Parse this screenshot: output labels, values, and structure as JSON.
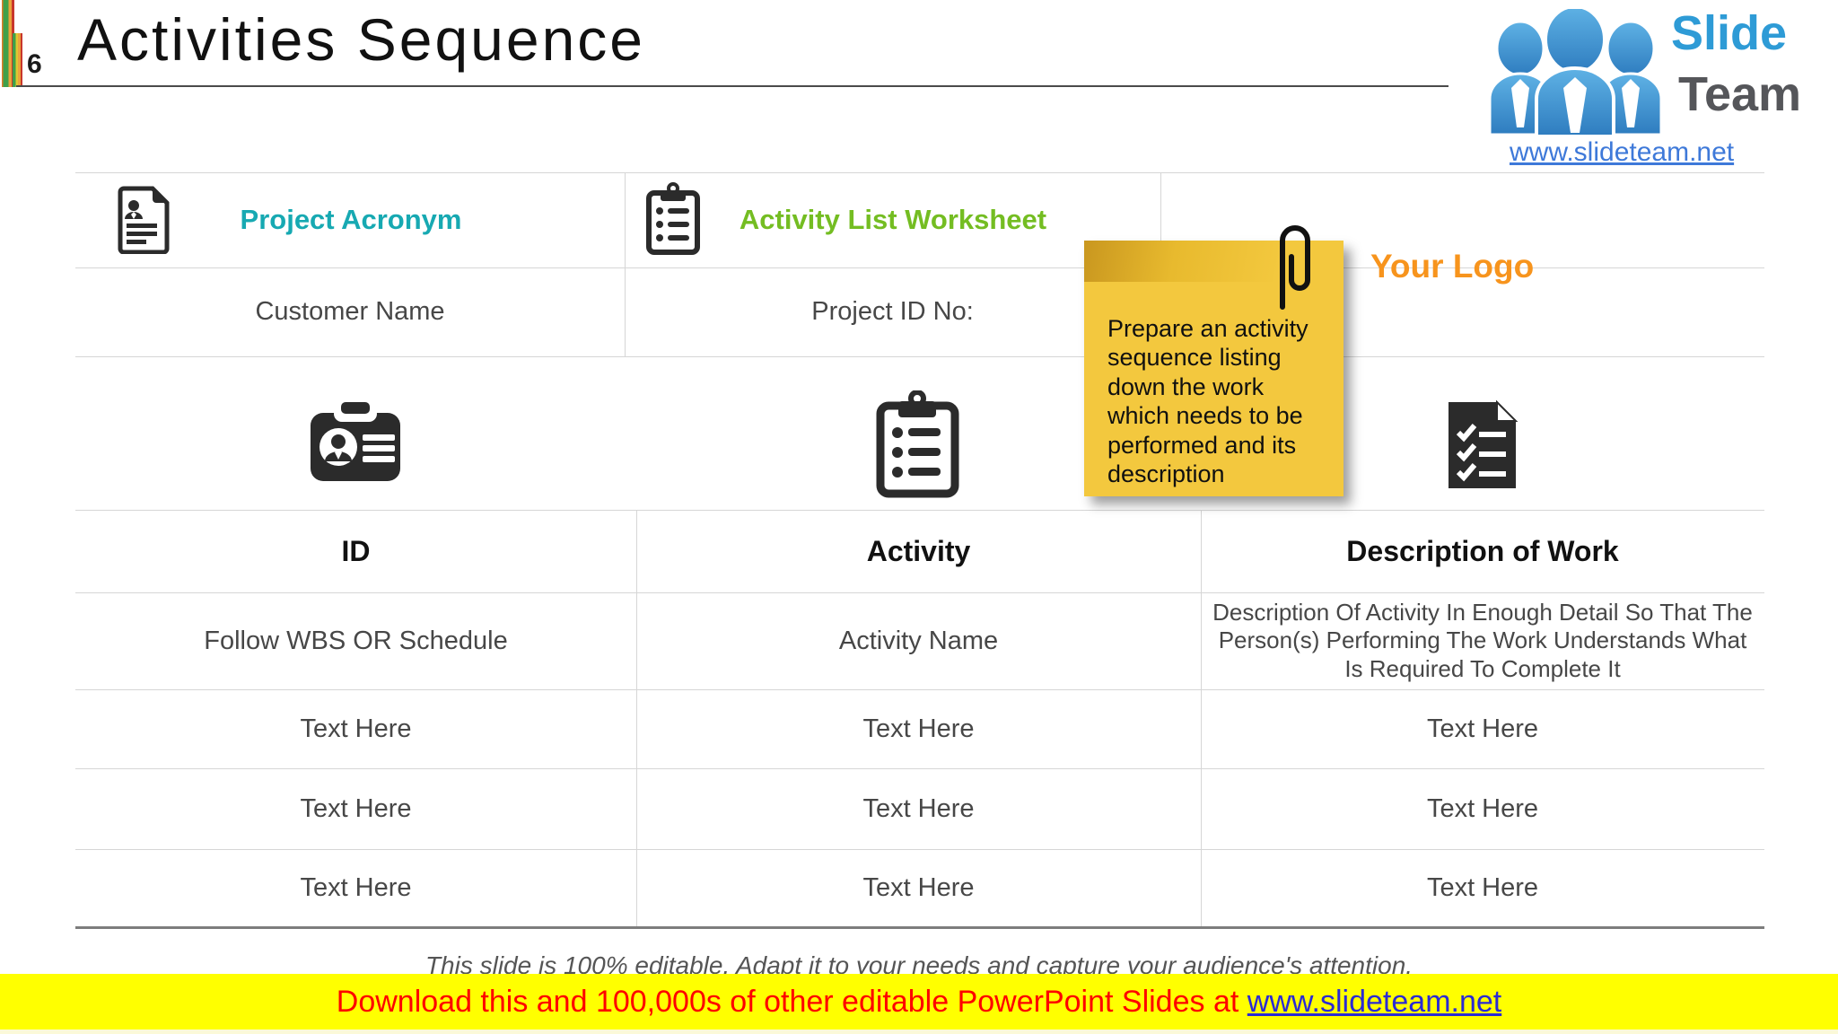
{
  "slide": {
    "number": "6",
    "title": "Activities Sequence"
  },
  "logo": {
    "brand_line1": "Slide",
    "brand_line2": "Team",
    "url": "www.slideteam.net",
    "icon": "three-people-icon",
    "colors": {
      "blue": "#2e9bd6",
      "gray": "#55565a"
    }
  },
  "info_table": {
    "columns": [
      {
        "header": "Project Acronym",
        "header_color": "#17a9b2",
        "icon": "resume-document-icon",
        "sub": "Customer Name"
      },
      {
        "header": "Activity List Worksheet",
        "header_color": "#74bd22",
        "icon": "clipboard-list-icon",
        "sub": "Project ID No:"
      },
      {
        "header": "",
        "sub": ""
      }
    ],
    "your_logo": {
      "label": "Your Logo",
      "color": "#f7941d"
    }
  },
  "sticky_note": {
    "text": "Prepare an activity sequence listing down the work which needs to be performed and its description",
    "bg": "#f3c83e",
    "icon": "paperclip-icon"
  },
  "worksheet_table": {
    "icons": [
      "id-card-icon",
      "clipboard-list-icon",
      "checklist-document-icon"
    ],
    "headers": [
      "ID",
      "Activity",
      "Description of Work"
    ],
    "rows": [
      [
        "Follow WBS OR Schedule",
        "Activity Name",
        "Description Of Activity In Enough Detail So That The Person(s) Performing The Work Understands What Is Required To Complete It"
      ],
      [
        "Text Here",
        "Text Here",
        "Text Here"
      ],
      [
        "Text Here",
        "Text Here",
        "Text Here"
      ],
      [
        "Text Here",
        "Text Here",
        "Text Here"
      ]
    ]
  },
  "footer": {
    "editable_note": "This slide is 100% editable. Adapt it to your needs and capture your audience's attention.",
    "banner_text": "Download this and 100,000s of other editable PowerPoint Slides at ",
    "banner_link": "www.slideteam.net",
    "banner_bg": "#ffff00",
    "banner_text_color": "#fe0000",
    "banner_link_color": "#2b2bd4"
  }
}
